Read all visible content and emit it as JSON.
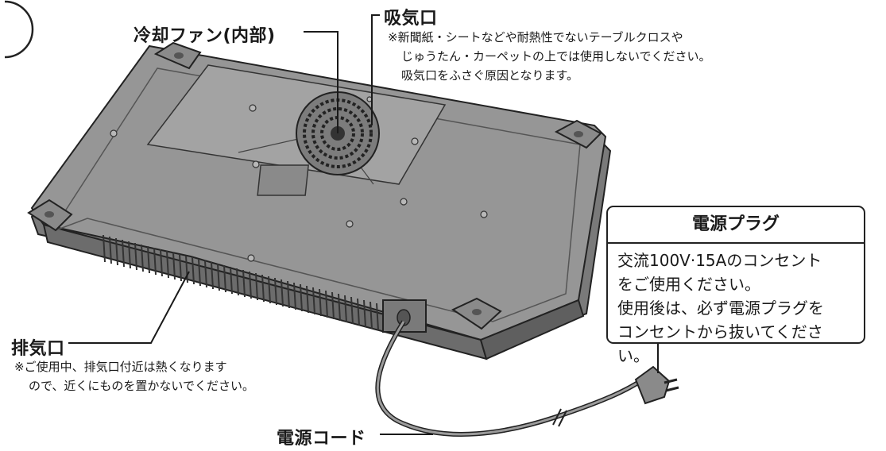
{
  "labels": {
    "fan": "冷却ファン(内部)",
    "intake": "吸気口",
    "intake_note": [
      "※新聞紙・シートなどや耐熱性でないテーブルクロスや",
      "じゅうたん・カーペットの上では使用しないでください。",
      "吸気口をふさぐ原因となります。"
    ],
    "exhaust": "排気口",
    "exhaust_note": [
      "※ご使用中、排気口付近は熱くなります",
      "ので、近くにものを置かないでください。"
    ],
    "cord": "電源コード"
  },
  "plug_box": {
    "title": "電源プラグ",
    "lines": [
      "交流100V·15Aのコンセント",
      "をご使用ください。",
      "使用後は、必ず電源プラグを",
      "コンセントから抜いてください。"
    ]
  },
  "colors": {
    "body": "#8e8e8e",
    "body_dark": "#6f6f6f",
    "body_light": "#a9a9a9",
    "line": "#1a1a1a"
  }
}
